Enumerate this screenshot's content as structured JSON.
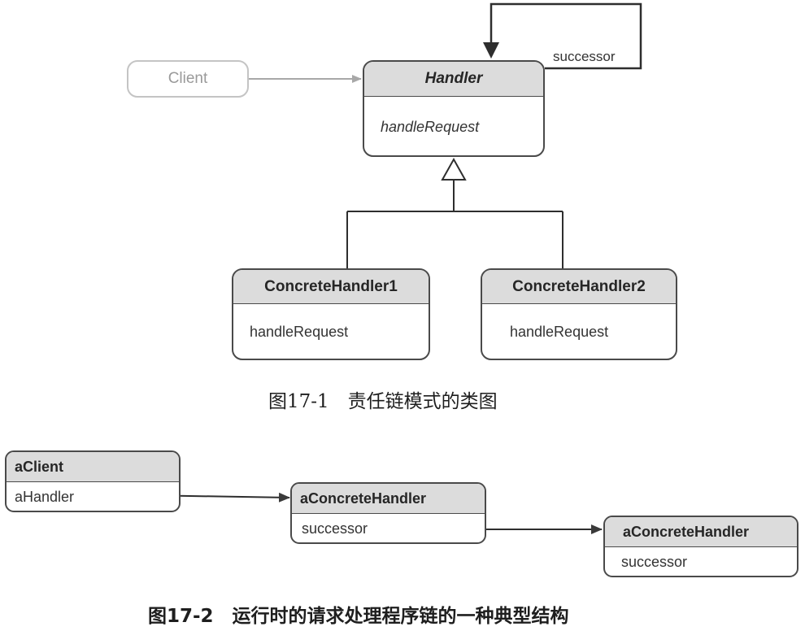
{
  "figure1": {
    "client_label": "Client",
    "successor_label": "successor",
    "handler": {
      "name": "Handler",
      "method": "handleRequest"
    },
    "concrete1": {
      "name": "ConcreteHandler1",
      "method": "handleRequest"
    },
    "concrete2": {
      "name": "ConcreteHandler2",
      "method": "handleRequest"
    },
    "caption": "图17-1　责任链模式的类图"
  },
  "figure2": {
    "client": {
      "name": "aClient",
      "field": "aHandler"
    },
    "handler1": {
      "name": "aConcreteHandler",
      "field": "successor"
    },
    "handler2": {
      "name": "aConcreteHandler",
      "field": "successor"
    },
    "caption": "图17-2　运行时的请求处理程序链的一种典型结构"
  }
}
